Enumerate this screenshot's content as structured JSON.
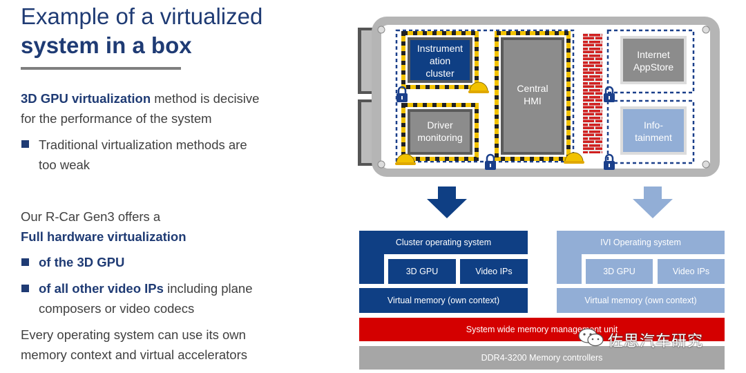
{
  "slide": {
    "title_line1": "Example of a virtualized",
    "title_line2": "system in a box"
  },
  "left": {
    "p1_bold": "3D GPU virtualization",
    "p1_rest": " method is decisive",
    "p1_line2": "for the performance of the system",
    "b1_line1": "Traditional virtualization methods are",
    "b1_line2": "too weak",
    "p2_line1": "Our R-Car Gen3 offers a",
    "p2_line2": "Full hardware virtualization",
    "b2": "of the 3D GPU",
    "b3_bold": "of all other video IPs",
    "b3_rest": " including plane",
    "b3_line2": "composers or video codecs",
    "p3_line1": "Every operating system can use its own",
    "p3_line2": "memory context and virtual accelerators"
  },
  "device": {
    "vm_instrument": [
      "Instrument",
      "ation",
      "cluster"
    ],
    "vm_driver": [
      "Driver",
      "monitoring"
    ],
    "vm_central": [
      "Central",
      "HMI"
    ],
    "vm_internet": [
      "Internet",
      "AppStore"
    ],
    "vm_info": [
      "Info-",
      "tainment"
    ]
  },
  "stack": {
    "cluster_os": "Cluster operating system",
    "gpu_left": "3D GPU",
    "video_left": "Video IPs",
    "vmem_left": "Virtual memory (own context)",
    "ivi_os": "IVI Operating system",
    "gpu_right": "3D GPU",
    "video_right": "Video IPs",
    "vmem_right": "Virtual memory (own context)",
    "mmu": "System wide memory management unit",
    "ddr": "DDR4-3200 Memory controllers"
  },
  "watermark": "佐思汽车研究",
  "colors": {
    "dark_blue": "#0f3f84",
    "light_blue": "#92aed6",
    "red": "#d40000",
    "grey": "#a6a6a6",
    "title_blue": "#1f3b74"
  }
}
